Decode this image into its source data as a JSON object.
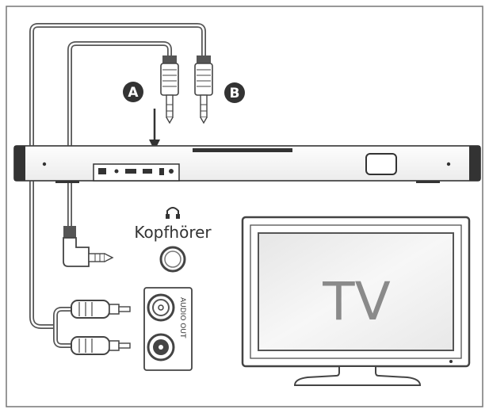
{
  "labels": {
    "marker_a": "A",
    "marker_b": "B",
    "headphone": "Kopfhörer",
    "audio_out": "AUDIO OUT",
    "tv": "TV"
  },
  "icons": {
    "headphone": "headphone-icon",
    "arrow": "down-arrow-icon"
  },
  "colors": {
    "frame": "#777777",
    "cable": "#555555",
    "marker_fill": "#333333",
    "marker_text": "#ffffff",
    "tv_text": "#8a8a8a",
    "screen_fill": "#f2f2f2"
  }
}
